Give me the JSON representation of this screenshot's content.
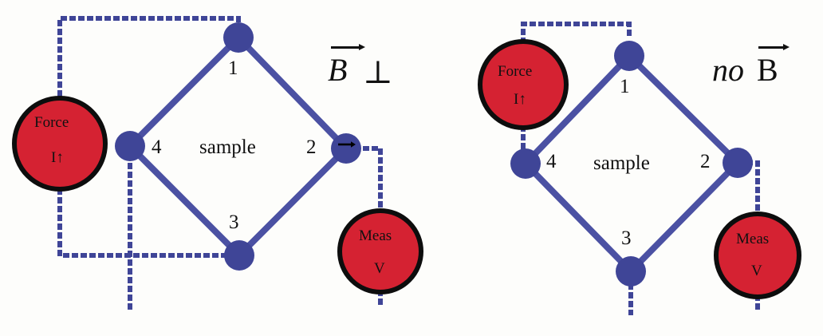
{
  "figure": {
    "type": "diagram",
    "description": "Two four-probe van der Pauw / Hall-effect sample wiring diagrams",
    "background_color": "#fdfdfb",
    "node_color": "#3f4597",
    "source_color": "#d52232",
    "source_stroke": "#0d0d0d",
    "wire_color": "#3f4597",
    "label_color": "#111111"
  },
  "panels": [
    {
      "id": "left",
      "annotation": {
        "prefix": "",
        "symbol": "B",
        "suffix": "⊥",
        "symbol_italic": true,
        "vector": true
      },
      "sample_label": "sample",
      "nodes": [
        {
          "id": "n1",
          "label": "1"
        },
        {
          "id": "n2",
          "label": "2"
        },
        {
          "id": "n3",
          "label": "3"
        },
        {
          "id": "n4",
          "label": "4"
        }
      ],
      "node2_marker": "right-arrow",
      "sources": [
        {
          "id": "force",
          "line1": "Force",
          "line2": "I↑"
        },
        {
          "id": "meas",
          "line1": "Meas",
          "line2": "V"
        }
      ]
    },
    {
      "id": "right",
      "annotation": {
        "prefix": "no",
        "symbol": "B",
        "suffix": "",
        "symbol_italic": false,
        "vector": true
      },
      "sample_label": "sample",
      "nodes": [
        {
          "id": "n1",
          "label": "1"
        },
        {
          "id": "n2",
          "label": "2"
        },
        {
          "id": "n3",
          "label": "3"
        },
        {
          "id": "n4",
          "label": "4"
        }
      ],
      "node2_marker": "none",
      "sources": [
        {
          "id": "force",
          "line1": "Force",
          "line2": "I↑"
        },
        {
          "id": "meas",
          "line1": "Meas",
          "line2": "V"
        }
      ]
    }
  ]
}
